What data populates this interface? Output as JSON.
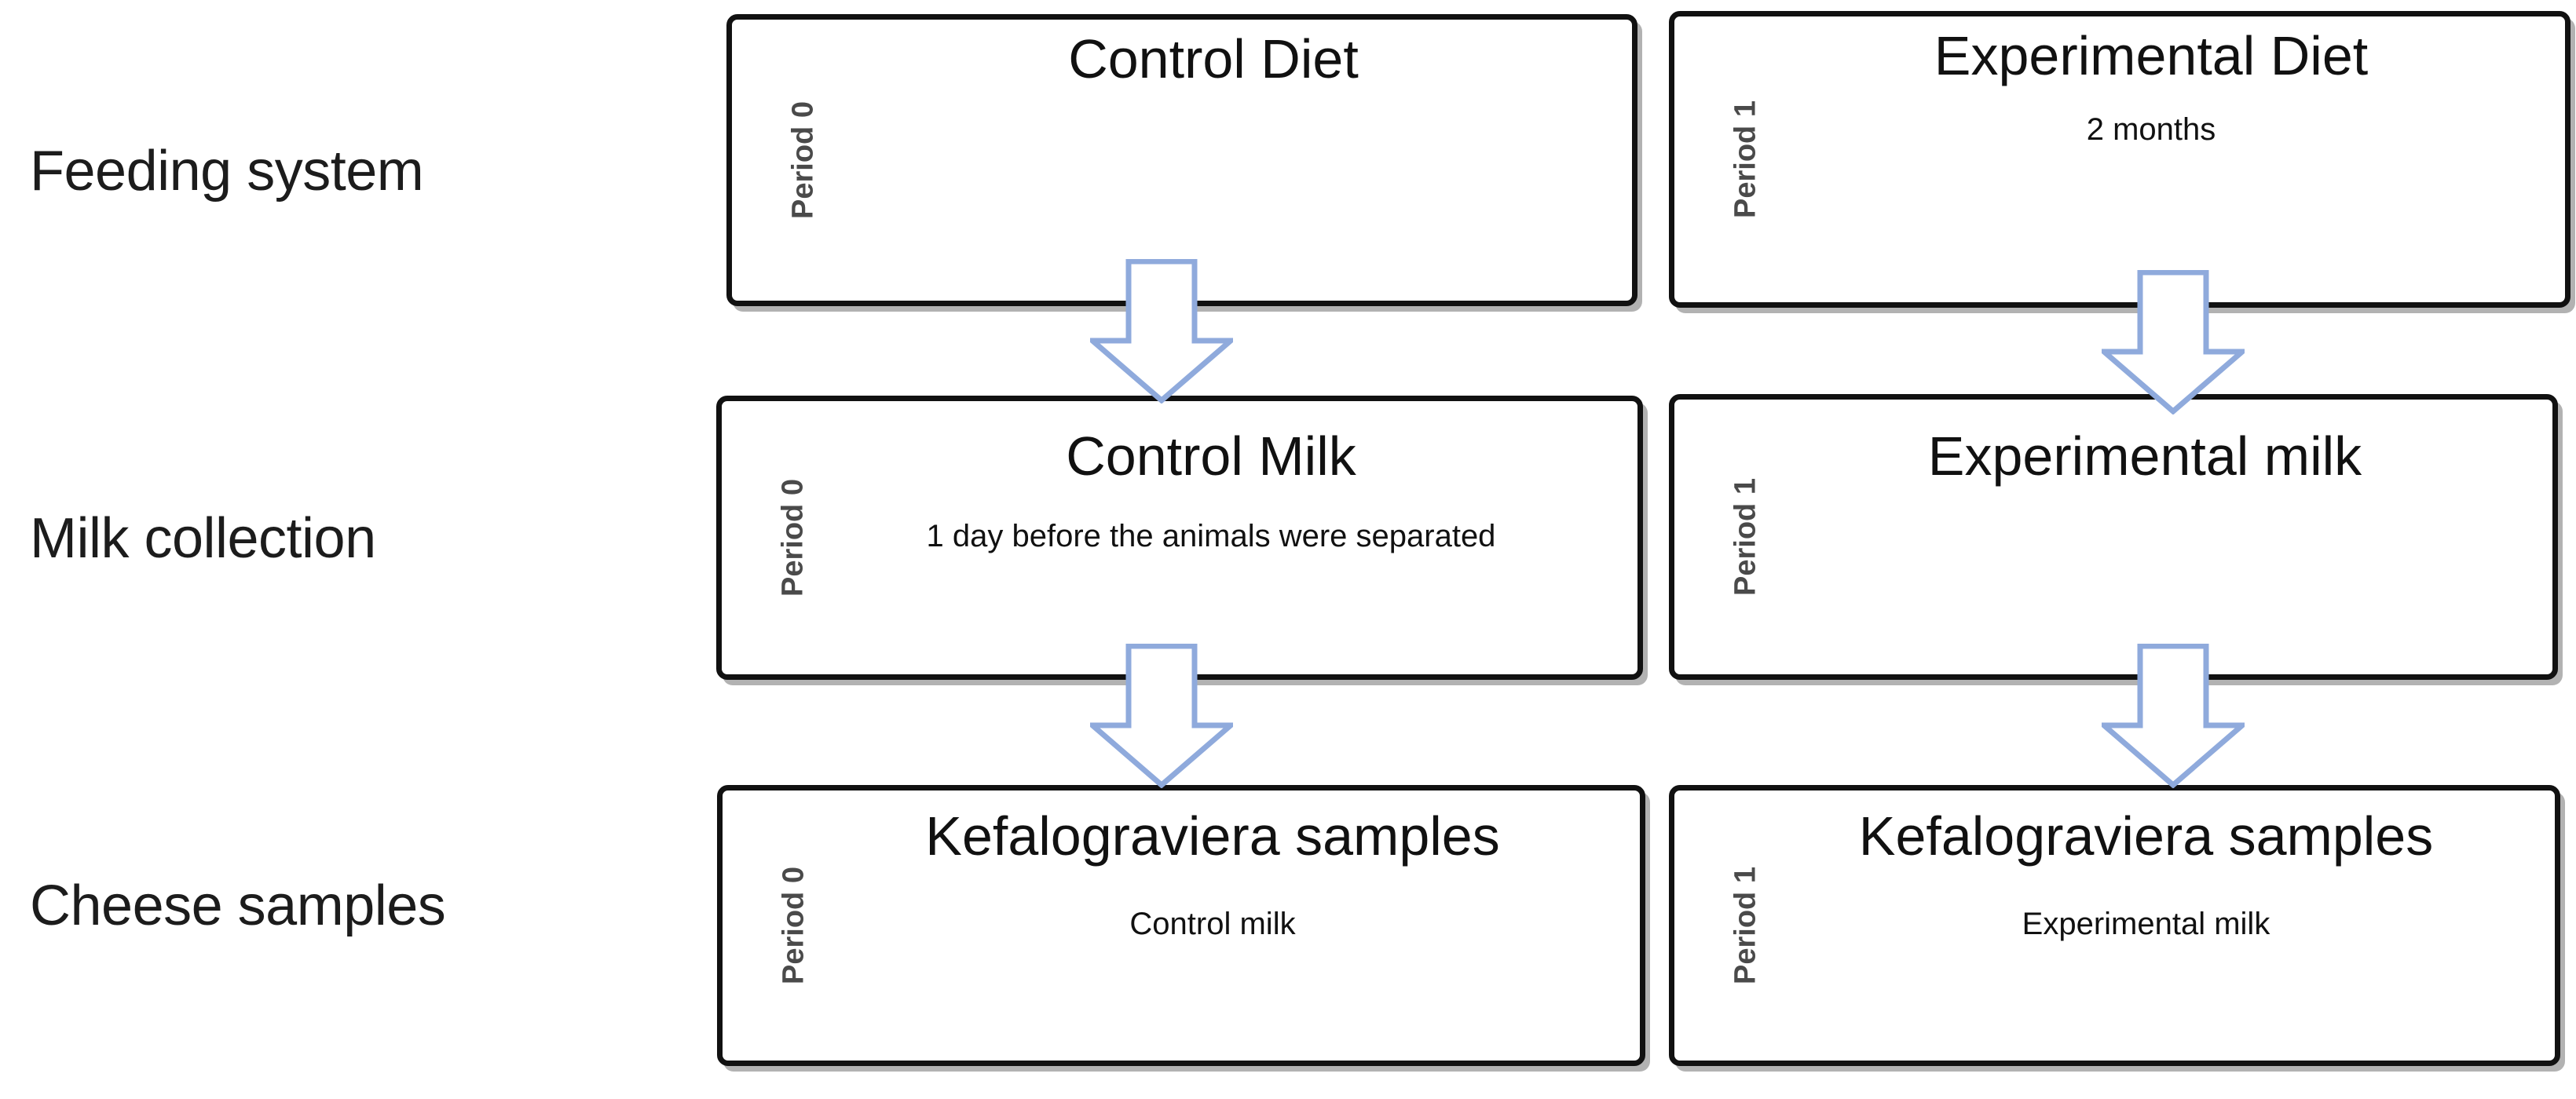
{
  "diagram": {
    "accent_arrow_color": "#8FAADC",
    "border_color": "#111111",
    "period_label_color": "#4A4A4A",
    "row_labels": [
      {
        "text": "Feeding system"
      },
      {
        "text": "Milk collection"
      },
      {
        "text": "Cheese samples"
      }
    ],
    "columns": [
      {
        "period": "Period 0"
      },
      {
        "period": "Period 1"
      }
    ],
    "nodes": {
      "r1c1": {
        "period": "Period 0",
        "title": "Control Diet",
        "subtitle": ""
      },
      "r1c2": {
        "period": "Period 1",
        "title": "Experimental Diet",
        "subtitle": "2 months"
      },
      "r2c1": {
        "period": "Period 0",
        "title": "Control Milk",
        "subtitle": "1 day before the animals were separated"
      },
      "r2c2": {
        "period": "Period 1",
        "title": "Experimental milk",
        "subtitle": ""
      },
      "r3c1": {
        "period": "Period 0",
        "title": "Kefalograviera samples",
        "subtitle": "Control milk"
      },
      "r3c2": {
        "period": "Period 1",
        "title": "Kefalograviera samples",
        "subtitle": "Experimental milk"
      }
    },
    "connectors": [
      {
        "from": "r1c1",
        "to": "r2c1",
        "direction": "down"
      },
      {
        "from": "r1c2",
        "to": "r2c2",
        "direction": "down"
      },
      {
        "from": "r2c1",
        "to": "r3c1",
        "direction": "down"
      },
      {
        "from": "r2c2",
        "to": "r3c2",
        "direction": "down"
      }
    ]
  }
}
